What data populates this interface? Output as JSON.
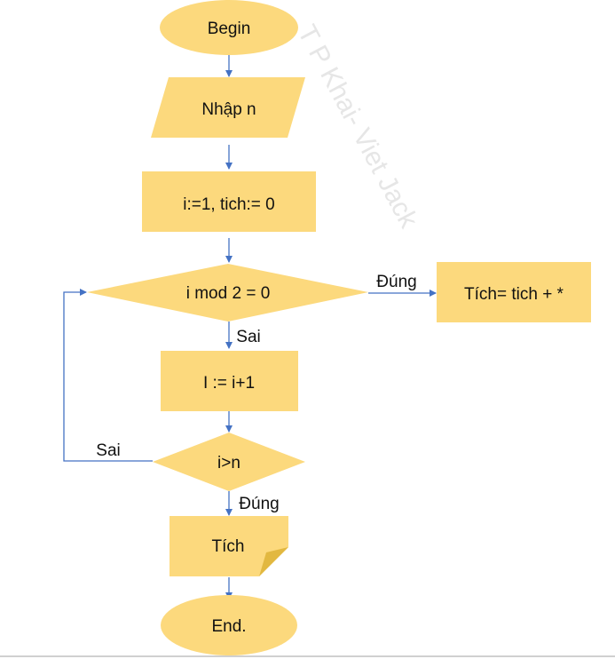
{
  "watermark": "T P Khai- Viet Jack",
  "colors": {
    "shape_fill": "#FCD97D",
    "arrow": "#4472C4"
  },
  "nodes": {
    "begin": "Begin",
    "input": "Nhập n",
    "init": "i:=1, tich:= 0",
    "cond1": "i mod 2 = 0",
    "product": "Tích= tich + *",
    "increment": "I := i+1",
    "cond2": "i>n",
    "output": "Tích",
    "end": "End."
  },
  "edges": {
    "cond1_true": "Đúng",
    "cond1_false": "Sai",
    "cond2_false": "Sai",
    "cond2_true": "Đúng"
  }
}
